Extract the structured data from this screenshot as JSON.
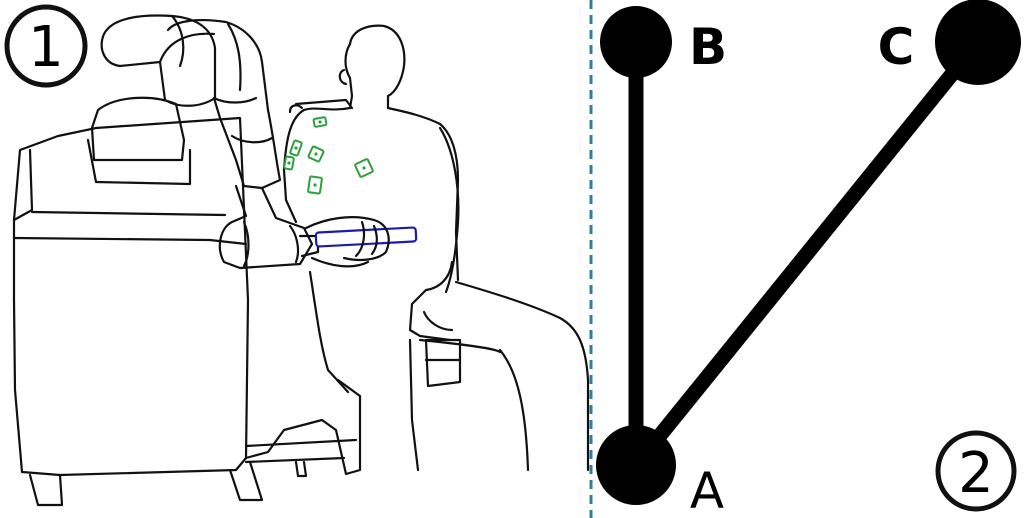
{
  "panels": {
    "left": {
      "marker": "1"
    },
    "right": {
      "marker": "2"
    }
  },
  "graph": {
    "nodes": [
      {
        "id": "A",
        "label": "A"
      },
      {
        "id": "B",
        "label": "B"
      },
      {
        "id": "C",
        "label": "C"
      }
    ],
    "edges": [
      {
        "from": "A",
        "to": "B"
      },
      {
        "from": "A",
        "to": "C"
      }
    ]
  },
  "colors": {
    "ink": "#111111",
    "divider": "#2f7f9a",
    "sensor_patch": "#2e9e3e",
    "tool_outline": "#1c1ca8"
  }
}
